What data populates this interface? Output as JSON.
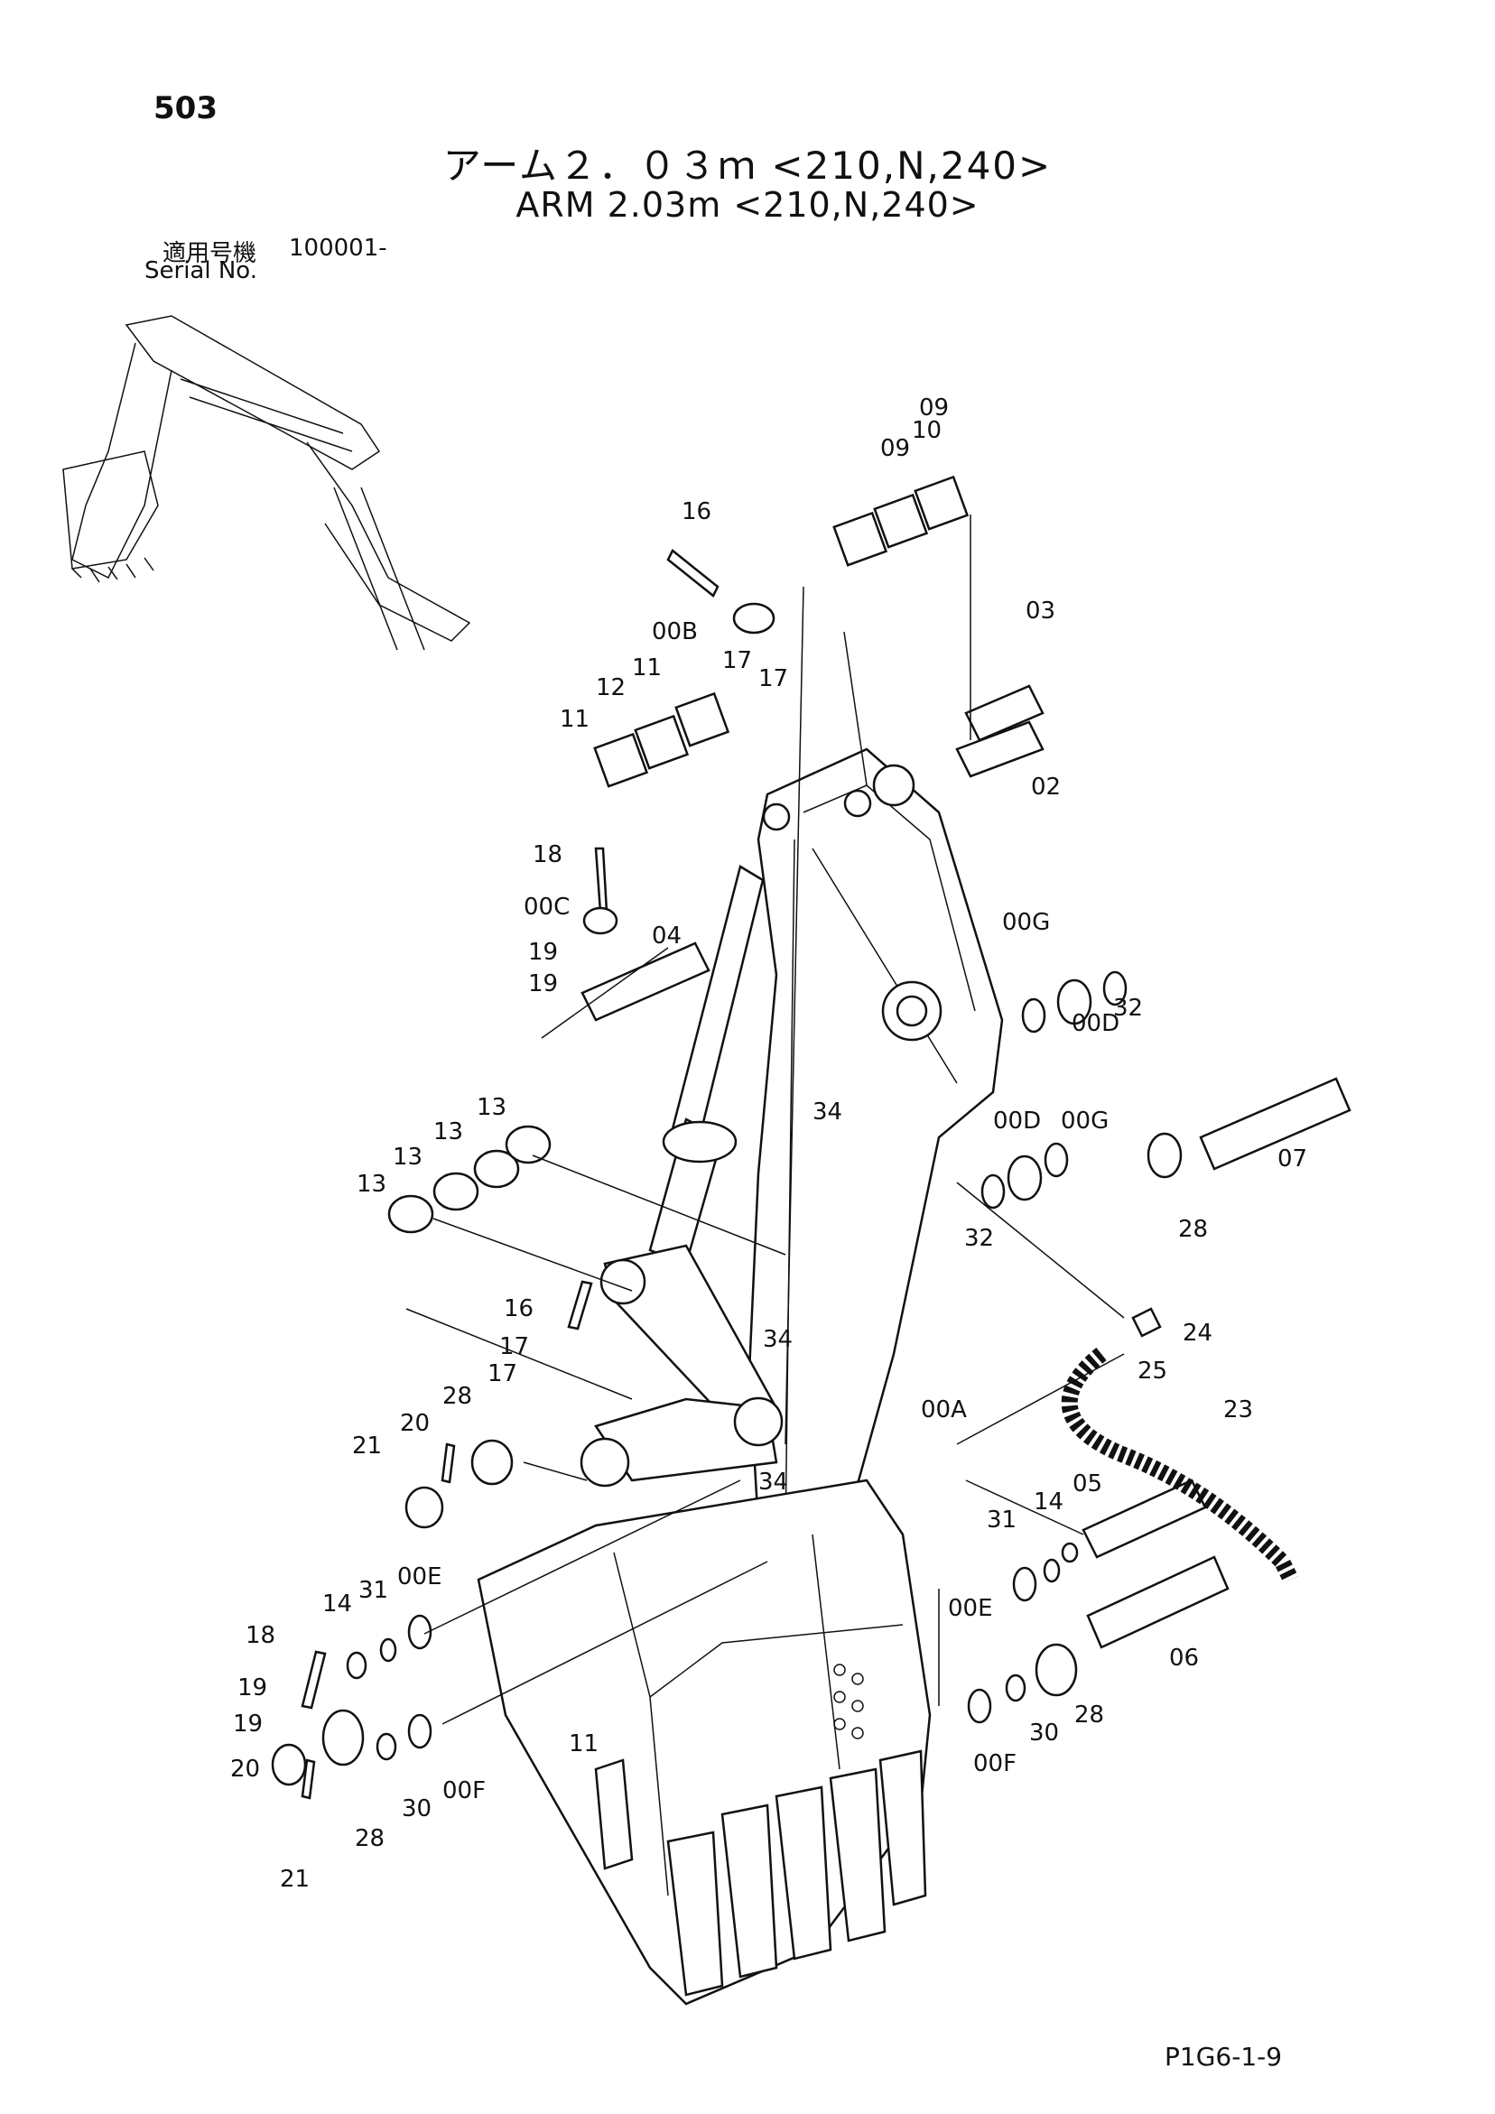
{
  "page_number": "503",
  "title_jp": "アーム２．０３ｍ <210,N,240>",
  "title_en": "ARM 2.03m <210,N,240>",
  "serial": {
    "label_jp": "適用号機",
    "label_en": "Serial No.",
    "value": "100001-"
  },
  "drawing_code": "P1G6-1-9",
  "callouts": [
    "09",
    "10",
    "09",
    "16",
    "00B",
    "17",
    "17",
    "03",
    "02",
    "11",
    "12",
    "11",
    "11",
    "18",
    "00C",
    "19",
    "19",
    "04",
    "00G",
    "32",
    "00D",
    "34",
    "13",
    "13",
    "13",
    "13",
    "00D",
    "00G",
    "07",
    "32",
    "28",
    "24",
    "16",
    "25",
    "17",
    "17",
    "34",
    "00A",
    "23",
    "28",
    "20",
    "21",
    "34",
    "05",
    "14",
    "31",
    "00E",
    "06",
    "00E",
    "14",
    "31",
    "18",
    "19",
    "19",
    "28",
    "30",
    "00F",
    "20",
    "30",
    "00F",
    "28",
    "21"
  ]
}
